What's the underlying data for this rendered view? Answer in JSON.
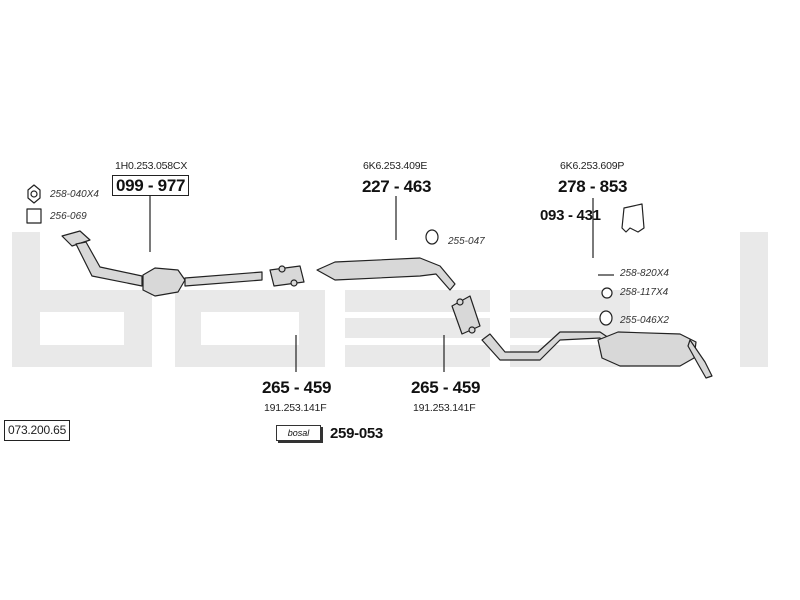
{
  "diagram": {
    "catalog_number": "073.200.65",
    "watermark_text": "bosal",
    "parts": {
      "front_pipe": {
        "oe_ref": "1H0.253.058CX",
        "part_no": "099 - 977"
      },
      "middle_silencer": {
        "oe_ref": "6K6.253.409E",
        "part_no": "227 - 463"
      },
      "rear_silencer": {
        "oe_ref": "6K6.253.609P",
        "part_no": "278 - 853"
      },
      "clamp_left": {
        "part_no": "265 - 459",
        "oe_ref": "191.253.141F"
      },
      "clamp_right": {
        "part_no": "265 - 459",
        "oe_ref": "191.253.141F"
      },
      "paste": {
        "brand": "bosal",
        "part_no": "259-053"
      },
      "bracket": {
        "part_no": "093 - 431"
      }
    },
    "small_parts": {
      "nut": "258-040X4",
      "gasket": "256-069",
      "rubber_mount_mid": "255-047",
      "bolt": "258-820X4",
      "washer": "258-117X4",
      "rubber_mount_rear": "255-046X2"
    },
    "colors": {
      "line": "#222222",
      "part_fill": "#d8d8d8",
      "watermark": "#e9e9e9"
    }
  }
}
